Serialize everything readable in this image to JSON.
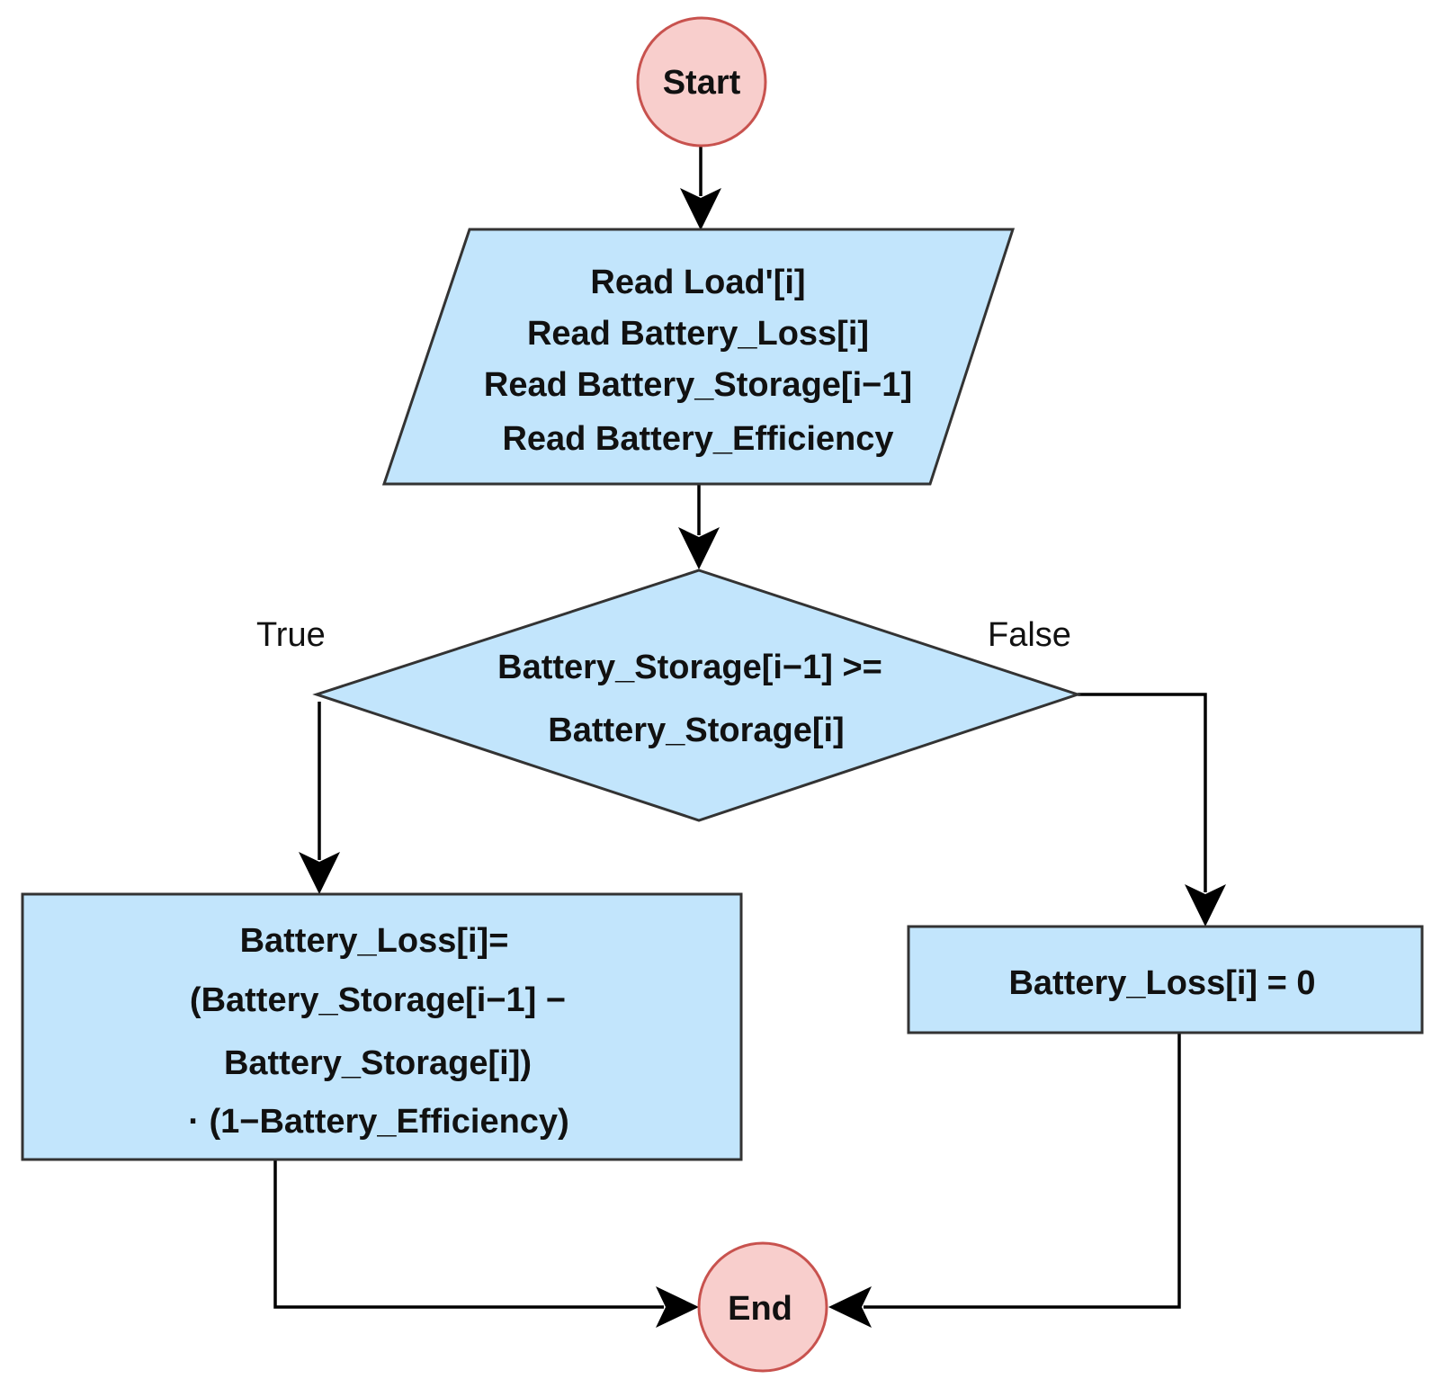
{
  "colors": {
    "terminal_fill": "#f8cecc",
    "terminal_stroke": "#c8524e",
    "process_fill": "#c2e5fc",
    "process_stroke": "#333333",
    "line": "#000000"
  },
  "nodes": {
    "start": {
      "label": "Start"
    },
    "input": {
      "lines": [
        "Read Load'[i]",
        "Read Battery_Loss[i]",
        "Read Battery_Storage[i−1]",
        "Read Battery_Efficiency"
      ]
    },
    "decision": {
      "lines": [
        "Battery_Storage[i−1] >=",
        "Battery_Storage[i]"
      ]
    },
    "process_true": {
      "lines": [
        "Battery_Loss[i]=",
        "(Battery_Storage[i−1] −",
        "Battery_Storage[i])",
        "· (1−Battery_Efficiency)"
      ]
    },
    "process_false": {
      "label": "Battery_Loss[i] = 0"
    },
    "end": {
      "label": "End"
    }
  },
  "edge_labels": {
    "true": "True",
    "false": "False"
  }
}
